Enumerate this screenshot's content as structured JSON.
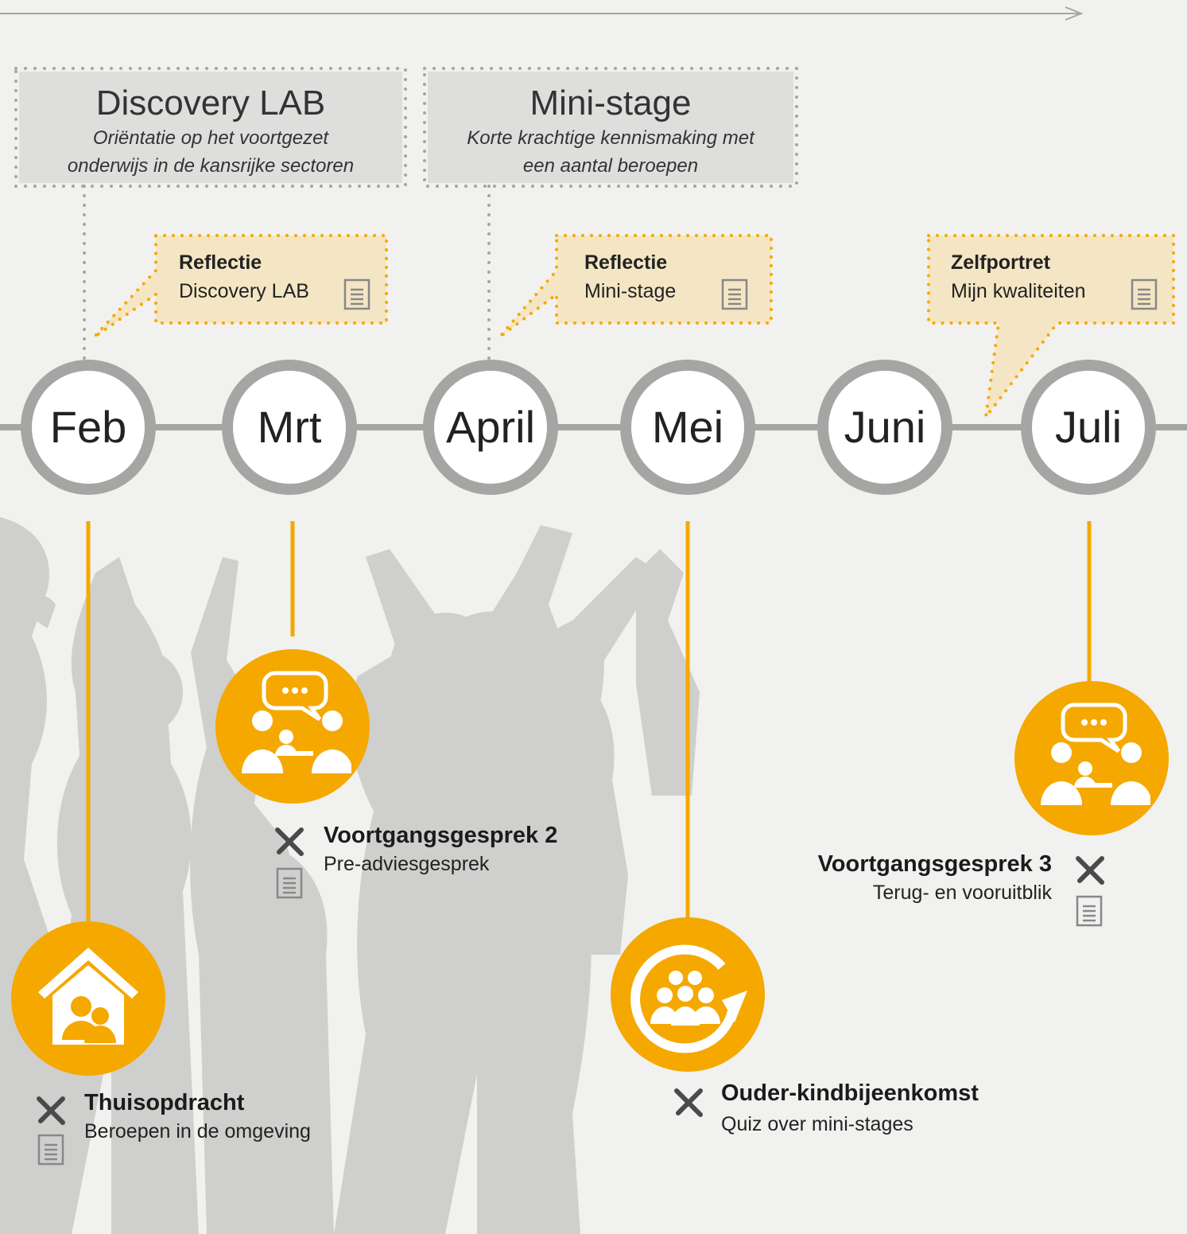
{
  "phases": [
    {
      "title": "Discovery LAB",
      "subtitle_line1": "Oriëntatie op het voortgezet",
      "subtitle_line2": "onderwijs in de kansrijke sectoren"
    },
    {
      "title": "Mini-stage",
      "subtitle_line1": "Korte krachtige kennismaking met",
      "subtitle_line2": "een aantal beroepen"
    }
  ],
  "callouts": [
    {
      "title": "Reflectie",
      "text": "Discovery LAB",
      "icon": "document-icon"
    },
    {
      "title": "Reflectie",
      "text": "Mini-stage",
      "icon": "document-icon"
    },
    {
      "title": "Zelfportret",
      "text": "Mijn kwaliteiten",
      "icon": "document-icon"
    }
  ],
  "months": [
    "Feb",
    "Mrt",
    "April",
    "Mei",
    "Juni",
    "Juli"
  ],
  "events": [
    {
      "title": "Thuisopdracht",
      "subtitle": "Beroepen in de omgeving",
      "icon": "home-family-icon",
      "tools": [
        "tools-icon",
        "document-icon"
      ]
    },
    {
      "title": "Voortgangsgesprek 2",
      "subtitle": "Pre-adviesgesprek",
      "icon": "conversation-icon",
      "tools": [
        "tools-icon",
        "document-icon"
      ]
    },
    {
      "title": "Ouder-kindbijeenkomst",
      "subtitle": "Quiz over mini-stages",
      "icon": "group-cycle-icon",
      "tools": [
        "tools-icon"
      ]
    },
    {
      "title": "Voortgangsgesprek 3",
      "subtitle": "Terug- en vooruitblik",
      "icon": "conversation-icon",
      "tools": [
        "tools-icon",
        "document-icon"
      ]
    }
  ],
  "colors": {
    "accent": "#f5a800",
    "timeline": "#a5a5a3",
    "callout_bg": "#f4e6c4",
    "phase_bg": "#dededd",
    "silhouette": "#cfcfcd"
  }
}
